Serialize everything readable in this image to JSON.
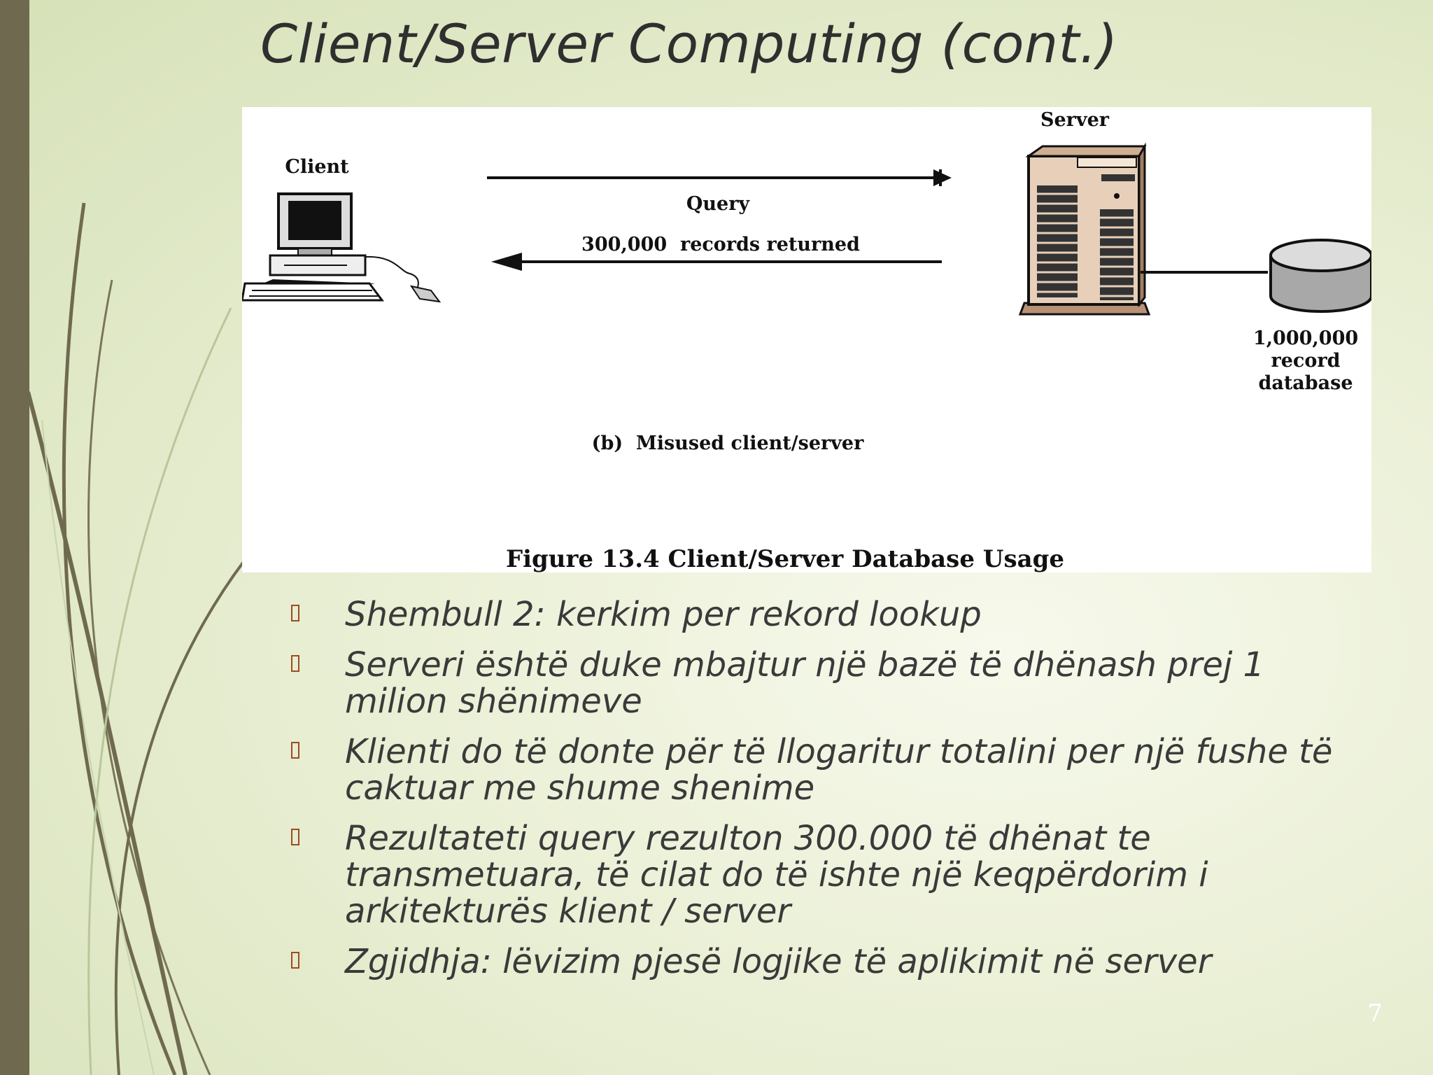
{
  "slide": {
    "title": "Client/Server Computing (cont.)",
    "page_number": "7"
  },
  "figure": {
    "client_label": "Client",
    "server_label": "Server",
    "query_label": "Query",
    "records_label": "300,000  records returned",
    "database_label_line1": "1,000,000",
    "database_label_line2": "record",
    "database_label_line3": "database",
    "subcaption": "(b)  Misused client/server",
    "caption": "Figure 13.4 Client/Server Database Usage"
  },
  "bullets": [
    "Shembull 2: kerkim per rekord lookup",
    "Serveri është duke mbajtur një bazë të dhënash prej 1 milion shënimeve",
    "Klienti do të donte për të llogaritur totalini per  një fushe të caktuar me shume shenime",
    "Rezultateti query rezulton 300.000 të dhënat te transmetuara, të cilat do të ishte një keqpërdorim i arkitekturës klient / server",
    "Zgjidhja: lëvizim pjesë  logjike të aplikimit në server"
  ],
  "colors": {
    "accent_bar": "#6f6a4f",
    "bullet_marker": "#a04a22"
  }
}
